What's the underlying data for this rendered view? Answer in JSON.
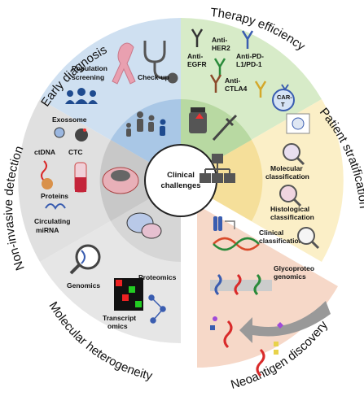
{
  "center": {
    "line1": "Clinical",
    "line2": "challenges"
  },
  "sections": {
    "early_diagnosis": {
      "title": "Early diagnosis",
      "color": "#cfe0f1",
      "inner": "#a9c7e6",
      "labels": {
        "population": "Population",
        "screening": "screening",
        "checkup": "Check-up"
      }
    },
    "therapy": {
      "title": "Therapy efficiency",
      "color": "#d7ebc8",
      "inner": "#b8d9a2",
      "labels": {
        "egfr1": "Anti-",
        "egfr2": "EGFR",
        "her1": "Anti-",
        "her2": "HER2",
        "pd1": "Anti-PD-",
        "pd2": "L1/PD-1",
        "ctla1": "Anti-",
        "ctla2": "CTLA4",
        "car1": "CAR-",
        "car2": "T"
      }
    },
    "patient": {
      "title": "Patient stratification",
      "color": "#fbefc7",
      "inner": "#f5df9a",
      "labels": {
        "mol1": "Molecular",
        "mol2": "classification",
        "his1": "Histological",
        "his2": "classification",
        "cli1": "Clinical",
        "cli2": "classification"
      }
    },
    "neoantigen": {
      "title": "Neoantigen discovery",
      "color": "#f6d8c8",
      "labels": {
        "g1": "Glycoproteo",
        "g2": "genomics"
      }
    },
    "molecular": {
      "title": "Molecular heterogeneity",
      "color": "#e8e8e8",
      "labels": {
        "genomics": "Genomics",
        "proteomics": "Proteomics",
        "tr1": "Transcript",
        "tr2": "omics"
      }
    },
    "noninvasive": {
      "title": "Non-invasive detection",
      "color": "#e2e2e2",
      "inner": "#c9c9c9",
      "labels": {
        "exo": "Exossome",
        "ctdna": "ctDNA",
        "ctc": "CTC",
        "prot": "Proteins",
        "circ1": "Circulating",
        "circ2": "miRNA"
      }
    }
  }
}
